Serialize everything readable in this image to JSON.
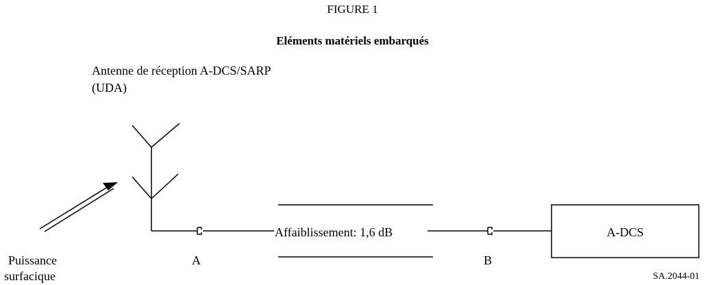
{
  "figure": {
    "title": "FIGURE 1",
    "subtitle": "Eléments matériels embarqués"
  },
  "antenna": {
    "label_line1": "Antenne de réception A-DCS/SARP",
    "label_line2": "(UDA)"
  },
  "attenuator": {
    "label": "Affaiblissement: 1,6 dB"
  },
  "receiver": {
    "label": "A-DCS"
  },
  "points": {
    "a": "A",
    "b": "B"
  },
  "incident": {
    "line1": "Puissance",
    "line2": "surfacique"
  },
  "reference": "SA.2044-01"
}
